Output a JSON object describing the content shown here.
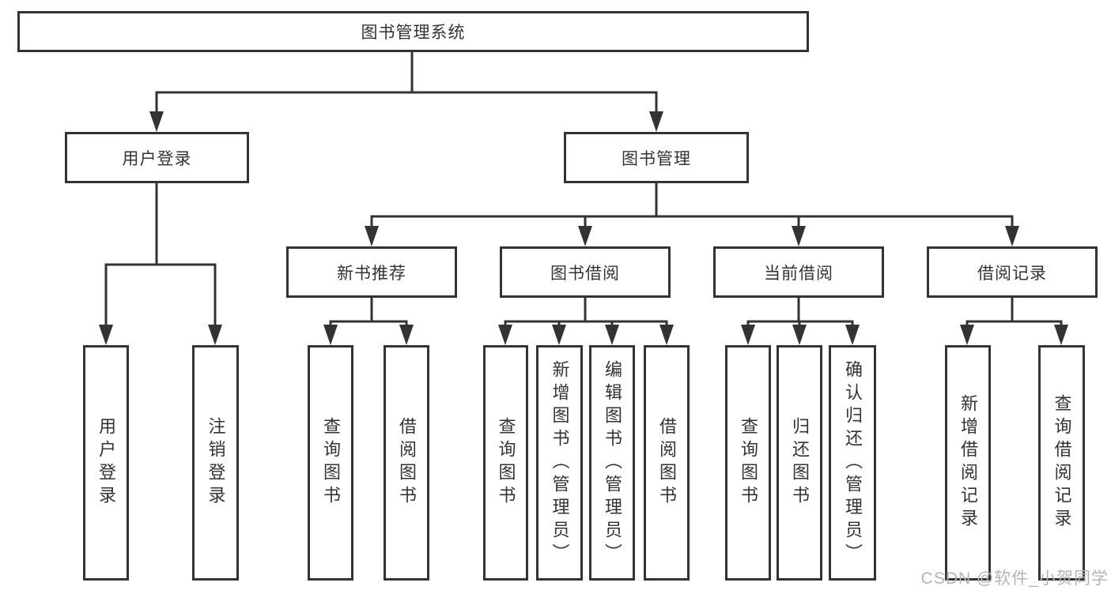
{
  "diagram": {
    "root": {
      "label": "图书管理系统"
    },
    "branches": [
      {
        "label": "用户登录",
        "children": [
          {
            "label": "用户登录"
          },
          {
            "label": "注销登录"
          }
        ]
      },
      {
        "label": "图书管理",
        "children": [
          {
            "label": "新书推荐",
            "children": [
              {
                "label": "查询图书"
              },
              {
                "label": "借阅图书"
              }
            ]
          },
          {
            "label": "图书借阅",
            "children": [
              {
                "label": "查询图书"
              },
              {
                "label": "新增图书（管理员）"
              },
              {
                "label": "编辑图书（管理员）"
              },
              {
                "label": "借阅图书"
              }
            ]
          },
          {
            "label": "当前借阅",
            "children": [
              {
                "label": "查询图书"
              },
              {
                "label": "归还图书"
              },
              {
                "label": "确认归还（管理员）"
              }
            ]
          },
          {
            "label": "借阅记录",
            "children": [
              {
                "label": "新增借阅记录"
              },
              {
                "label": "查询借阅记录"
              }
            ]
          }
        ]
      }
    ]
  },
  "watermark": {
    "text": "CSDN @软件_小贺同学"
  },
  "colors": {
    "line": "#333333",
    "text": "#333333",
    "watermark": "#b4b4b4",
    "background": "#ffffff"
  }
}
